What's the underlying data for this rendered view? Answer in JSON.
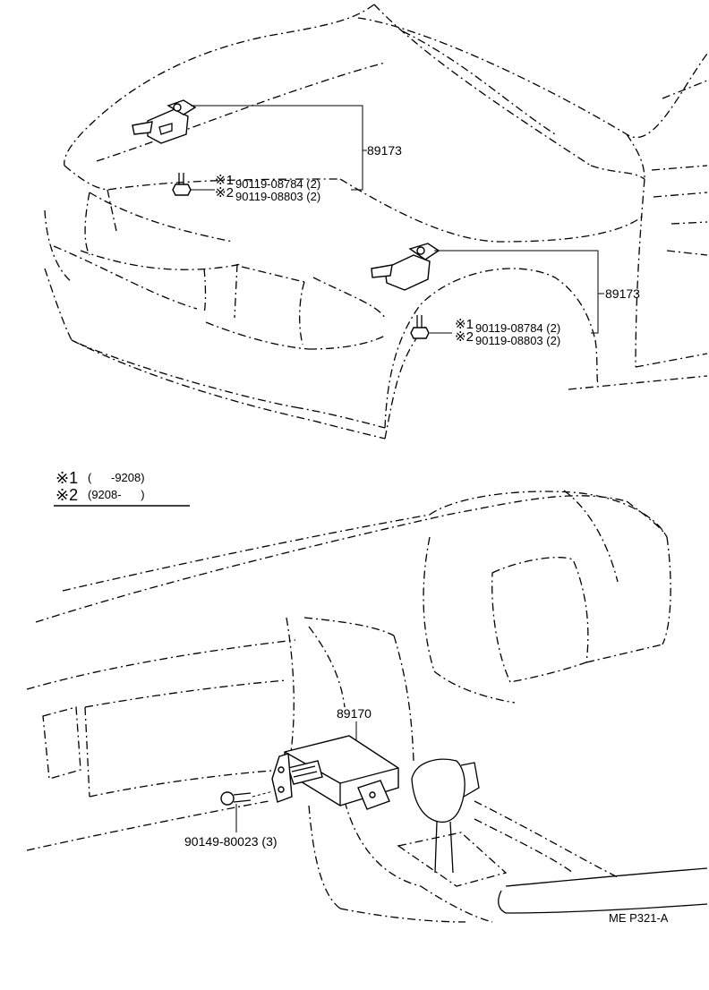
{
  "callouts": {
    "top": {
      "part_label": "89173",
      "bolt1_mark": "※1",
      "bolt1_number": "90119-08784 (2)",
      "bolt2_mark": "※2",
      "bolt2_number": "90119-08803 (2)"
    },
    "right": {
      "part_label": "89173",
      "bolt1_mark": "※1",
      "bolt1_number": "90119-08784 (2)",
      "bolt2_mark": "※2",
      "bolt2_number": "90119-08803 (2)"
    },
    "ecu": {
      "part_label": "89170",
      "screw_number": "90149-80023 (3)"
    }
  },
  "legend": {
    "row1_mark": "※1",
    "row1_range": "(      -9208)",
    "row2_mark": "※2",
    "row2_range": "(9208-      )"
  },
  "diagram_code": "ME P321-A"
}
